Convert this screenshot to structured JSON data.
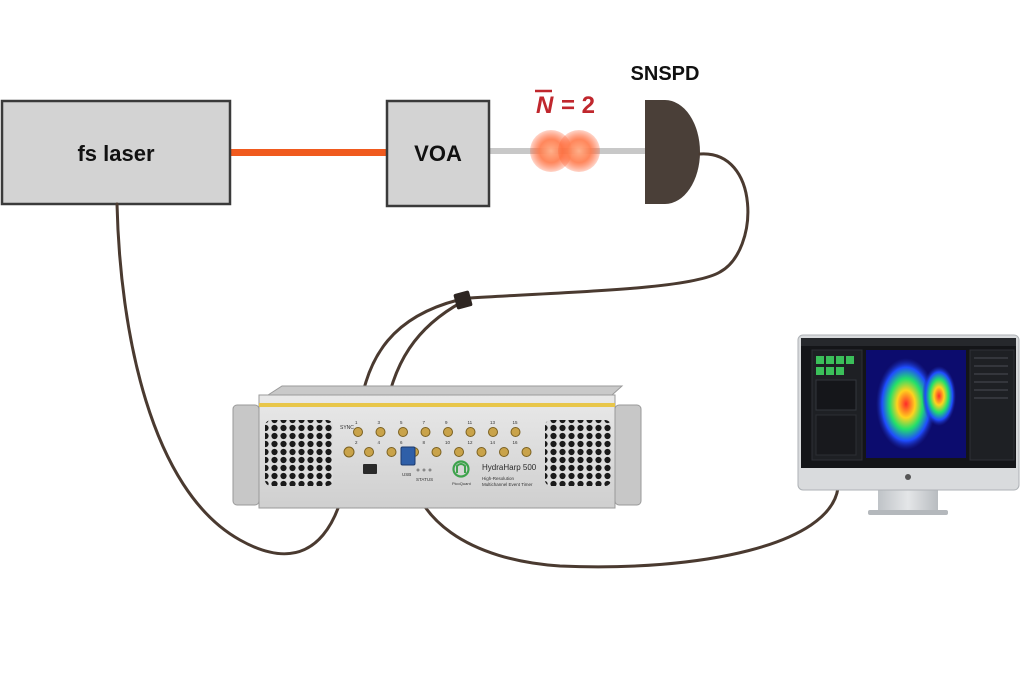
{
  "components": {
    "laser": {
      "label": "fs laser"
    },
    "voa": {
      "label": "VOA"
    },
    "detector": {
      "label": "SNSPD"
    },
    "photon_number": {
      "symbol": "N",
      "equals": "= 2"
    },
    "tagger": {
      "name": "HydraHarp 500",
      "subtitle_line1": "High-Resolution",
      "subtitle_line2": "Multichannel Event Timer",
      "brand": "PicoQuant",
      "sync_label": "SYNC",
      "status_label": "STATUS",
      "usb_label": "USB",
      "channels": [
        "1",
        "2",
        "3",
        "4",
        "5",
        "6",
        "7",
        "8",
        "9",
        "10",
        "11",
        "12",
        "13",
        "14",
        "15",
        "16"
      ]
    }
  },
  "colors": {
    "box_fill": "#d3d3d3",
    "box_stroke": "#3a3a3a",
    "laser_beam": "#f05a1e",
    "fiber": "#c8c8c8",
    "cable": "#4a3a30",
    "detector": "#4a3f38",
    "photon_number": "#c0272d",
    "photon": "#ff6a3d",
    "tagger_accent": "#e8c64a"
  }
}
